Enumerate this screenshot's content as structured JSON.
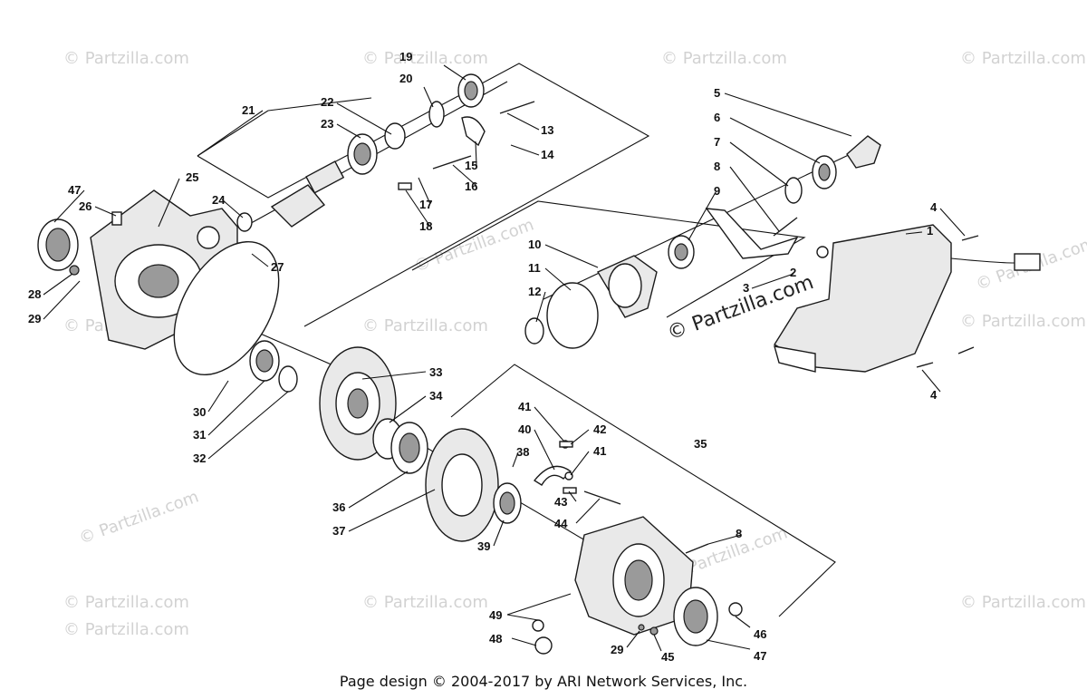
{
  "watermarks": {
    "repeat_text": "© Partzilla.com",
    "center_text": "© Partzilla.com"
  },
  "footer": {
    "text": "Page design © 2004-2017 by ARI Network Services, Inc."
  },
  "callouts": [
    "1",
    "2",
    "3",
    "4",
    "4",
    "5",
    "6",
    "7",
    "8",
    "8",
    "9",
    "10",
    "11",
    "12",
    "13",
    "14",
    "15",
    "16",
    "17",
    "18",
    "19",
    "20",
    "21",
    "22",
    "23",
    "24",
    "25",
    "26",
    "27",
    "28",
    "29",
    "29",
    "30",
    "31",
    "32",
    "33",
    "34",
    "35",
    "36",
    "37",
    "38",
    "39",
    "40",
    "41",
    "41",
    "42",
    "43",
    "44",
    "45",
    "46",
    "47",
    "47",
    "48",
    "49"
  ],
  "icons": {
    "watermark": "copyright-icon"
  }
}
